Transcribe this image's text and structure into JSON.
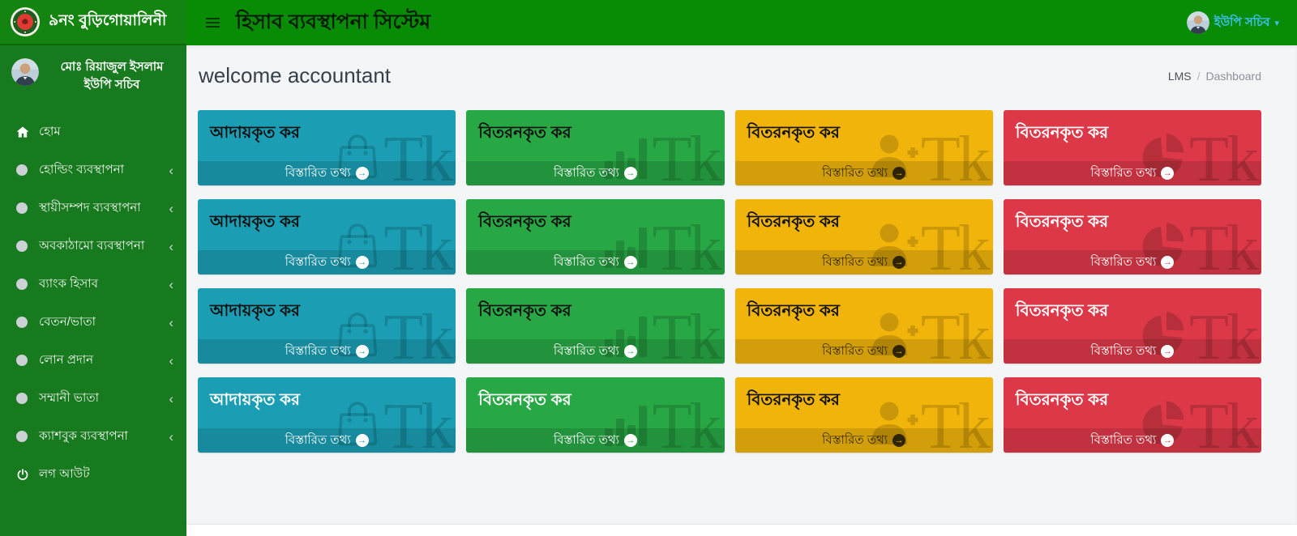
{
  "brand": {
    "title": "৯নং বুড়িগোয়ালিনী"
  },
  "topbar": {
    "title": "হিসাব ব্যবস্থাপনা সিস্টেম",
    "user_label": "ইউপি সচিব",
    "caret": "▾"
  },
  "sidebar": {
    "user": {
      "name": "মোঃ রিয়াজুল ইসলাম",
      "role": "ইউপি সচিব"
    },
    "items": [
      {
        "key": "home",
        "label": "হোম",
        "icon": "home-icon",
        "has_submenu": false
      },
      {
        "key": "holding-management",
        "label": "হোল্ডিং ব্যবস্থাপনা",
        "icon": "circle-icon",
        "has_submenu": true
      },
      {
        "key": "fixed-asset-management",
        "label": "স্থায়ীসম্পদ ব্যবস্থাপনা",
        "icon": "circle-icon",
        "has_submenu": true
      },
      {
        "key": "infrastructure-management",
        "label": "অবকাঠামো ব্যবস্থাপনা",
        "icon": "circle-icon",
        "has_submenu": true
      },
      {
        "key": "bank-account",
        "label": "ব্যাংক হিসাব",
        "icon": "circle-icon",
        "has_submenu": true
      },
      {
        "key": "salary-allowance",
        "label": "বেতন/ভাতা",
        "icon": "circle-icon",
        "has_submenu": true
      },
      {
        "key": "loan-provision",
        "label": "লোন প্রদান",
        "icon": "circle-icon",
        "has_submenu": true
      },
      {
        "key": "honorarium-allowance",
        "label": "সম্মানী ভাতা",
        "icon": "circle-icon",
        "has_submenu": true
      },
      {
        "key": "cashbook-management",
        "label": "ক্যাশবুক ব্যবস্থাপনা",
        "icon": "circle-icon",
        "has_submenu": true
      },
      {
        "key": "logout",
        "label": "লগ আউট",
        "icon": "power-icon",
        "has_submenu": false
      }
    ],
    "chevron": "‹"
  },
  "main": {
    "heading": "welcome accountant",
    "breadcrumb": {
      "root": "LMS",
      "separator": "/",
      "current": "Dashboard"
    },
    "footer_label": "বিস্তারিত তথ্য",
    "tk_label": "Tk",
    "boxes": [
      {
        "key": "collected-tax-r1",
        "title": "আদায়কৃত কর",
        "color": "teal",
        "icon": "bag-icon",
        "title_color": "dark",
        "footer_text": "light"
      },
      {
        "key": "distributed-tax-green-r1",
        "title": "বিতরনকৃত কর",
        "color": "green",
        "icon": "bar-chart-icon",
        "title_color": "dark",
        "footer_text": "light"
      },
      {
        "key": "distributed-tax-yellow-r1",
        "title": "বিতরনকৃত কর",
        "color": "yellow",
        "icon": "person-add-icon",
        "title_color": "dark",
        "footer_text": "dark"
      },
      {
        "key": "distributed-tax-red-r1",
        "title": "বিতরনকৃত কর",
        "color": "red",
        "icon": "pie-chart-icon",
        "title_color": "light",
        "footer_text": "light"
      },
      {
        "key": "collected-tax-r2",
        "title": "আদায়কৃত কর",
        "color": "teal",
        "icon": "bag-icon",
        "title_color": "dark",
        "footer_text": "light"
      },
      {
        "key": "distributed-tax-green-r2",
        "title": "বিতরনকৃত কর",
        "color": "green",
        "icon": "bar-chart-icon",
        "title_color": "dark",
        "footer_text": "light"
      },
      {
        "key": "distributed-tax-yellow-r2",
        "title": "বিতরনকৃত কর",
        "color": "yellow",
        "icon": "person-add-icon",
        "title_color": "dark",
        "footer_text": "dark"
      },
      {
        "key": "distributed-tax-red-r2",
        "title": "বিতরনকৃত কর",
        "color": "red",
        "icon": "pie-chart-icon",
        "title_color": "light",
        "footer_text": "light"
      },
      {
        "key": "collected-tax-r3",
        "title": "আদায়কৃত কর",
        "color": "teal",
        "icon": "bag-icon",
        "title_color": "dark",
        "footer_text": "light"
      },
      {
        "key": "distributed-tax-green-r3",
        "title": "বিতরনকৃত কর",
        "color": "green",
        "icon": "bar-chart-icon",
        "title_color": "dark",
        "footer_text": "light"
      },
      {
        "key": "distributed-tax-yellow-r3",
        "title": "বিতরনকৃত কর",
        "color": "yellow",
        "icon": "person-add-icon",
        "title_color": "dark",
        "footer_text": "dark"
      },
      {
        "key": "distributed-tax-red-r3",
        "title": "বিতরনকৃত কর",
        "color": "red",
        "icon": "pie-chart-icon",
        "title_color": "light",
        "footer_text": "light"
      },
      {
        "key": "collected-tax-r4",
        "title": "আদায়কৃত কর",
        "color": "teal",
        "icon": "bag-icon",
        "title_color": "light",
        "footer_text": "light"
      },
      {
        "key": "distributed-tax-green-r4",
        "title": "বিতরনকৃত কর",
        "color": "green",
        "icon": "bar-chart-icon",
        "title_color": "light",
        "footer_text": "light"
      },
      {
        "key": "distributed-tax-yellow-r4",
        "title": "বিতরনকৃত কর",
        "color": "yellow",
        "icon": "person-add-icon",
        "title_color": "dark",
        "footer_text": "dark"
      },
      {
        "key": "distributed-tax-red-r4",
        "title": "বিতরনকৃত কর",
        "color": "red",
        "icon": "pie-chart-icon",
        "title_color": "light",
        "footer_text": "light"
      }
    ]
  },
  "colors": {
    "teal": "#1b9eb4",
    "green": "#28a745",
    "yellow": "#f0b40b",
    "red": "#dc3848",
    "navbar": "#098c05",
    "sidebar": "#187a1e",
    "user_link": "#3fc1f0",
    "title_dark": "#101010",
    "title_light": "#ffffff",
    "footer_dark": "rgba(25,19,0,0.85)"
  }
}
